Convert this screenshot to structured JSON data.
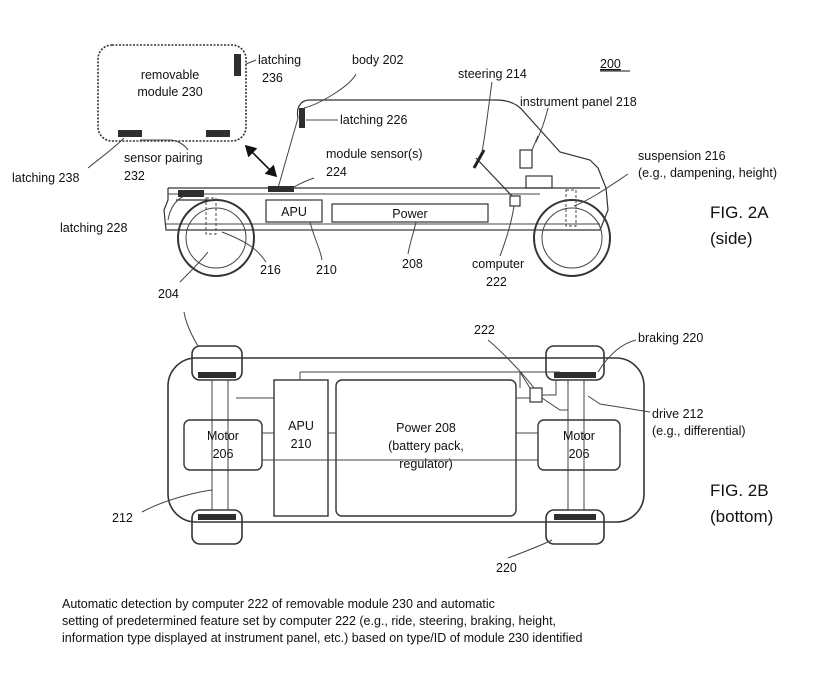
{
  "figure": {
    "ref_number": "200",
    "fig_a_title": "FIG. 2A",
    "fig_a_sub": "(side)",
    "fig_b_title": "FIG. 2B",
    "fig_b_sub": "(bottom)"
  },
  "side": {
    "module_line1": "removable",
    "module_line2": "module 230",
    "latching_236_a": "latching",
    "latching_236_b": "236",
    "body": "body 202",
    "steering": "steering 214",
    "instrument_panel": "instrument panel 218",
    "latching_226": "latching 226",
    "module_sensor_a": "module sensor(s)",
    "module_sensor_b": "224",
    "sensor_pairing_a": "sensor pairing",
    "sensor_pairing_b": "232",
    "latching_238": "latching 238",
    "latching_228": "latching 228",
    "suspension_a": "suspension 216",
    "suspension_b": "(e.g., dampening, height)",
    "apu": "APU",
    "power": "Power",
    "ref_216": "216",
    "ref_210": "210",
    "ref_208": "208",
    "computer_a": "computer",
    "computer_b": "222",
    "ref_204": "204"
  },
  "bottom": {
    "ref_222": "222",
    "braking": "braking 220",
    "drive_a": "drive 212",
    "drive_b": "(e.g., differential)",
    "motor_left_a": "Motor",
    "motor_left_b": "206",
    "apu_a": "APU",
    "apu_b": "210",
    "power_a": "Power 208",
    "power_b": "(battery pack,",
    "power_c": "regulator)",
    "motor_right_a": "Motor",
    "motor_right_b": "206",
    "ref_212": "212",
    "ref_220": "220"
  },
  "caption": {
    "line1": "Automatic detection by computer 222 of removable module 230 and automatic",
    "line2": "setting of predetermined feature set by computer 222 (e.g., ride, steering, braking, height,",
    "line3": "information type displayed at instrument panel, etc.) based on type/ID of module 230 identified"
  }
}
